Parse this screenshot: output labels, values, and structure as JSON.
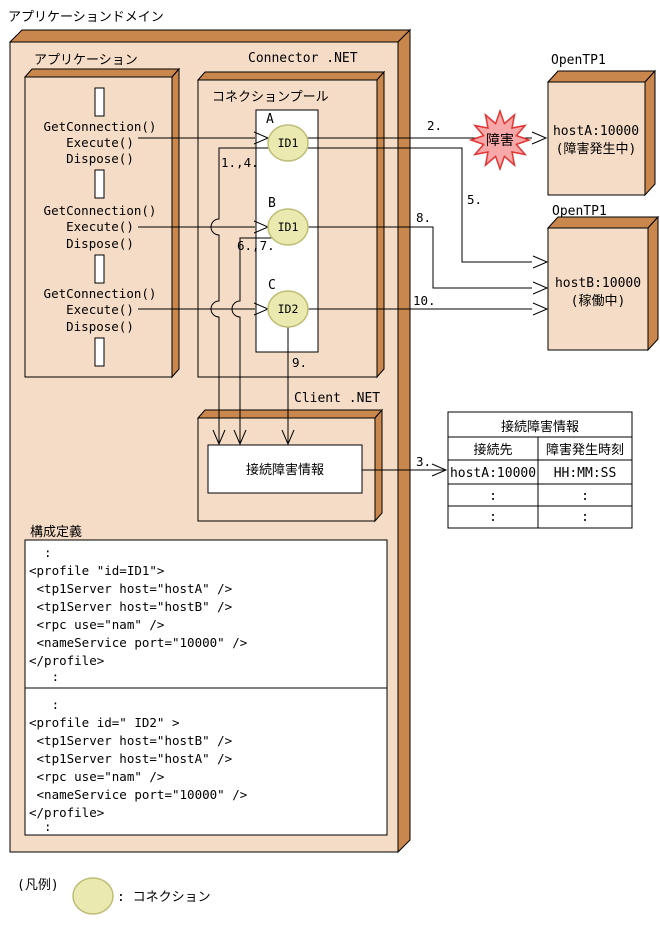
{
  "title": "アプリケーションドメイン",
  "application": {
    "label": "アプリケーション",
    "call_get": "GetConnection()",
    "call_execute": "Execute()",
    "call_dispose": "Dispose()"
  },
  "connector": {
    "label": "Connector .NET",
    "pool": {
      "label": "コネクションプール",
      "slots": [
        {
          "name": "A",
          "id": "ID1"
        },
        {
          "name": "B",
          "id": "ID1"
        },
        {
          "name": "C",
          "id": "ID2"
        }
      ]
    }
  },
  "client": {
    "label": "Client .NET",
    "failure_info_label": "接続障害情報"
  },
  "steps": {
    "s14": "1.,4.",
    "s2": "2.",
    "s3": "3.",
    "s5": "5.",
    "s67": "6.,7.",
    "s8": "8.",
    "s9": "9.",
    "s10": "10."
  },
  "failure_burst": "障害",
  "servers": [
    {
      "product": "OpenTP1",
      "host": "hostA:10000",
      "status": "(障害発生中)"
    },
    {
      "product": "OpenTP1",
      "host": "hostB:10000",
      "status": "(稼働中)"
    }
  ],
  "failure_table": {
    "title": "接続障害情報",
    "columns": [
      "接続先",
      "障害発生時刻"
    ],
    "rows": [
      [
        "hostA:10000",
        "HH:MM:SS"
      ],
      [
        ":",
        ":"
      ],
      [
        ":",
        ":"
      ]
    ]
  },
  "config": {
    "label": "構成定義",
    "profile1": [
      "  :",
      "<profile \"id=ID1\">",
      " <tp1Server host=\"hostA\" />",
      " <tp1Server host=\"hostB\" />",
      " <rpc use=\"nam\" />",
      " <nameService port=\"10000\" />",
      "</profile>",
      "   :"
    ],
    "profile2": [
      "   :",
      "<profile id=\" ID2\" >",
      " <tp1Server host=\"hostB\" />",
      " <tp1Server host=\"hostA\" />",
      " <rpc use=\"nam\" />",
      " <nameService port=\"10000\" />",
      "</profile>",
      "  :"
    ]
  },
  "legend": {
    "caption": "(凡例)",
    "connection_label": ": コネクション"
  },
  "colors": {
    "panel": "#F5DCC6",
    "band": "#C9874D",
    "connection_fill": "#E9E9B0",
    "connection_stroke": "#BEBE78",
    "burst_fill": "#F7A8A8",
    "burst_stroke": "#E33434"
  }
}
